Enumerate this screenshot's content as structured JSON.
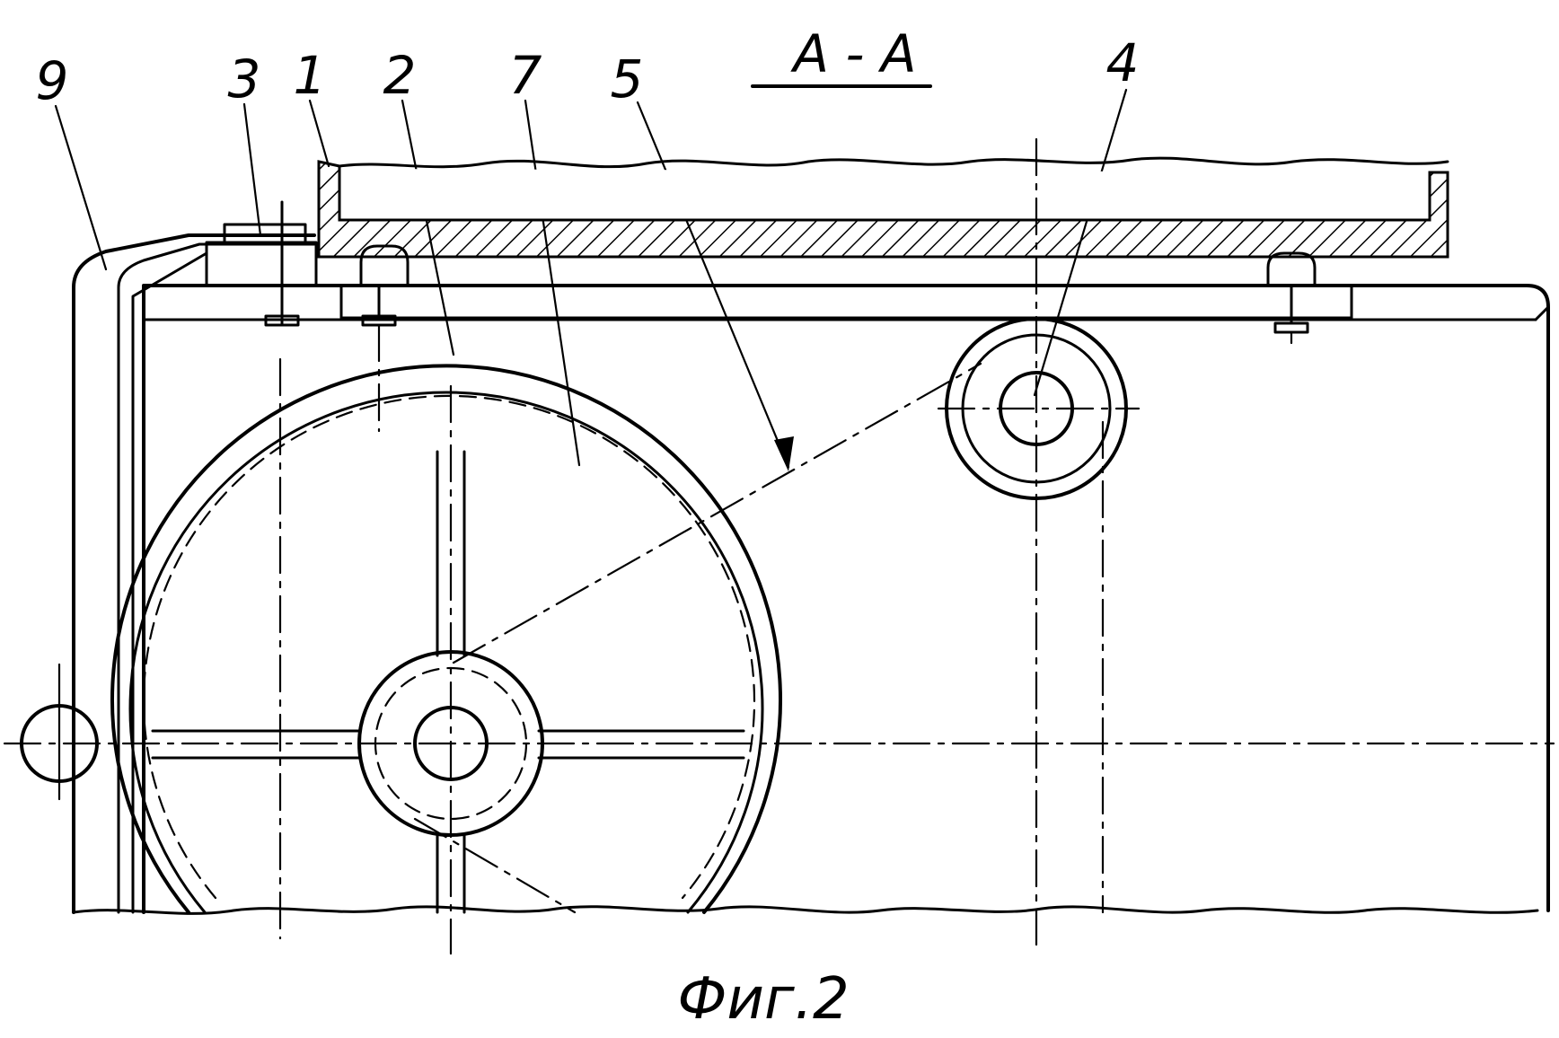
{
  "drawing": {
    "section_label": "A - A",
    "figure_caption": "Фиг.2",
    "callouts": [
      {
        "id": "9",
        "label": "9"
      },
      {
        "id": "3",
        "label": "3"
      },
      {
        "id": "1",
        "label": "1"
      },
      {
        "id": "2",
        "label": "2"
      },
      {
        "id": "7",
        "label": "7"
      },
      {
        "id": "5",
        "label": "5"
      },
      {
        "id": "4",
        "label": "4"
      }
    ]
  }
}
